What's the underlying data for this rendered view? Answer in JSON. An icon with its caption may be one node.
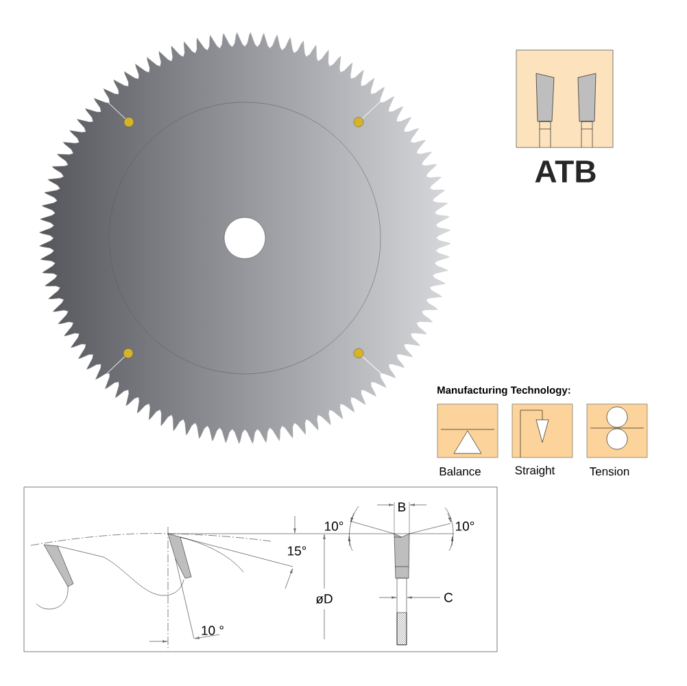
{
  "diagram": {
    "nodes": [
      {
        "text": [
          "ATB"
        ]
      },
      {
        "text": [
          "Balance"
        ]
      },
      {
        "text": [
          "Straight"
        ]
      },
      {
        "text": [
          "Tension"
        ]
      }
    ],
    "labels": [
      "Manufacturing Technology:",
      "B",
      "10°",
      "10°",
      "15°",
      "øD",
      "C",
      "10 °"
    ]
  }
}
